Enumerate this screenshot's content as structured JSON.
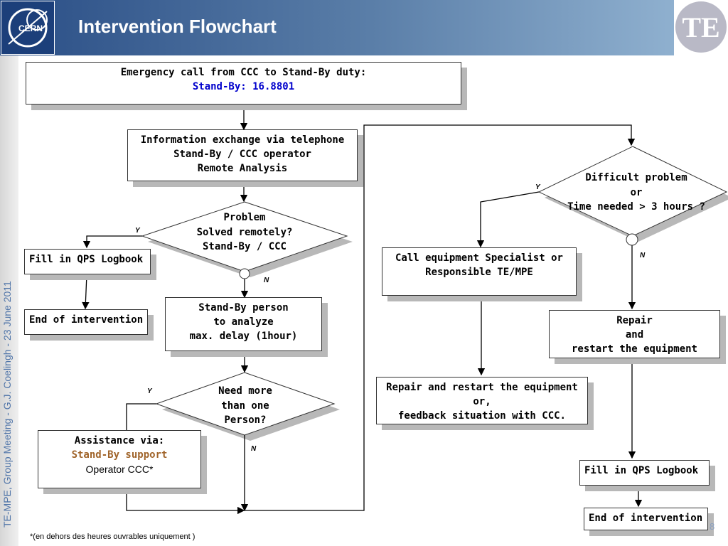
{
  "header": {
    "title": "Intervention Flowchart",
    "cern_logo_text": "CERN",
    "te_logo_text": "TE"
  },
  "sidebar": {
    "text": "TE-MPE, Group Meeting - G.J. Coelingh -  23 June 2011"
  },
  "nodes": {
    "emergency_call": {
      "line1": "Emergency call from CCC to Stand-By duty:",
      "line2": "Stand-By: 16.8801"
    },
    "info_exchange": {
      "line1": "Information exchange via telephone",
      "line2": "Stand-By / CCC operator",
      "line3": "Remote Analysis"
    },
    "problem_solved": {
      "line1": "Problem",
      "line2": "Solved remotely?",
      "line3": "Stand-By / CCC"
    },
    "fill_logbook_left": {
      "text": "Fill in QPS Logbook"
    },
    "end_left": {
      "text": "End of intervention"
    },
    "standby_analyze": {
      "line1": "Stand-By person",
      "line2": "to analyze",
      "line3": "max. delay (1hour)"
    },
    "need_more": {
      "line1": "Need more",
      "line2": "than one",
      "line3": "Person?"
    },
    "assistance": {
      "line1": "Assistance via:",
      "line2": "Stand-By support",
      "line3": "Operator CCC*"
    },
    "difficult_problem": {
      "line1": "Difficult problem",
      "line2": "or",
      "line3": "Time needed > 3 hours ?"
    },
    "call_specialist": {
      "line1": "Call equipment Specialist or",
      "line2": "Responsible TE/MPE"
    },
    "repair_feedback": {
      "line1": "Repair and restart the equipment",
      "line2": "or,",
      "line3": "feedback situation with CCC."
    },
    "repair_restart": {
      "line1": "Repair",
      "line2": "and",
      "line3": "restart the equipment"
    },
    "fill_logbook_right": {
      "text": "Fill in QPS Logbook"
    },
    "end_right": {
      "text": "End of intervention"
    }
  },
  "edge_labels": {
    "yes": "Y",
    "no": "N"
  },
  "footnote": "*(en dehors des heures ouvrables uniquement )",
  "page_number": "8",
  "colors": {
    "header_dark": "#2a4e86",
    "header_light": "#8fb0cf",
    "highlight_blue": "#0000cc",
    "highlight_brown": "#a0642a",
    "shadow": "#b8b8b8",
    "sidebar_text": "#4f74a8"
  }
}
